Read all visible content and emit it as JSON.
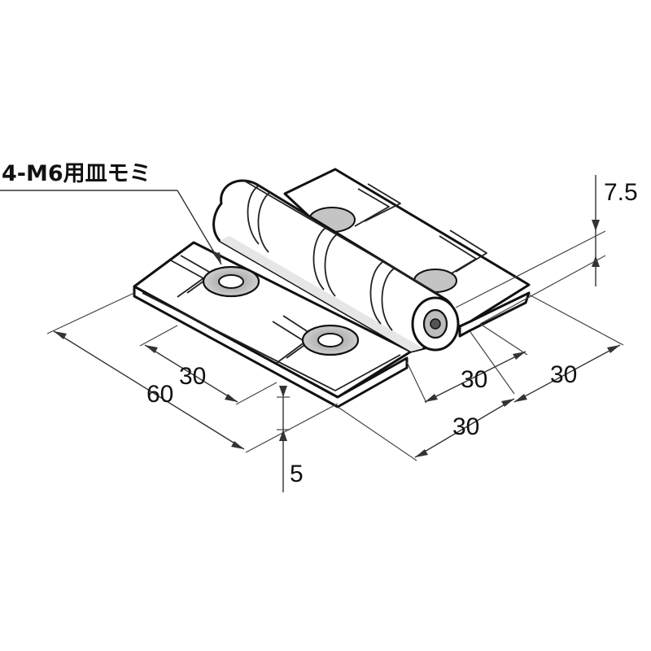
{
  "callout": {
    "text": "4-M6用皿モミ"
  },
  "dimensions": {
    "overall_width": "60",
    "left_hole_spacing": "30",
    "right_hole_spacing": "30",
    "right_leaf_width": "30",
    "right_leaf_offset": "30",
    "leaf_thickness": "5",
    "knuckle_offset": "7.5"
  },
  "colors": {
    "line": "#111111",
    "hole_fill": "#c4c4c4",
    "face_fill": "#ffffff"
  }
}
